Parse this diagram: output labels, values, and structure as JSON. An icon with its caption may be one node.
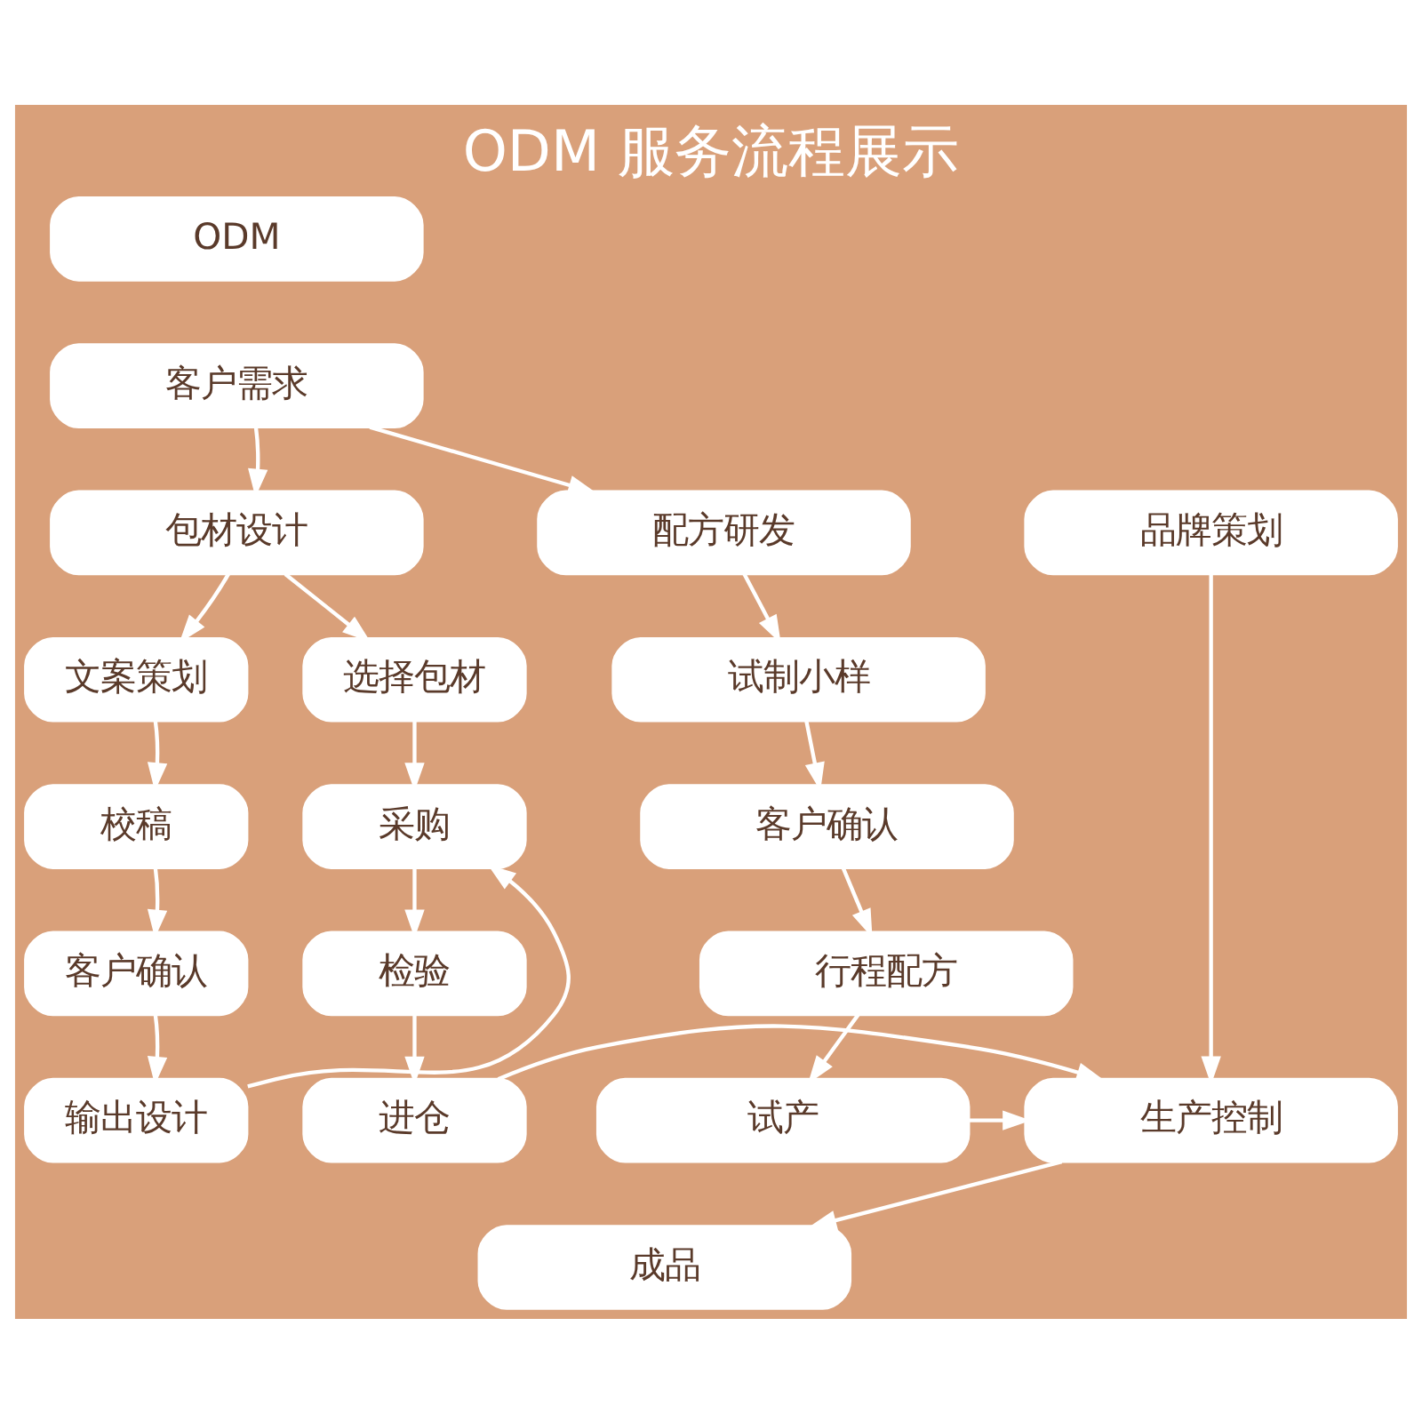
{
  "diagram": {
    "title": "ODM 服务流程展示",
    "nodes": [
      {
        "text": [
          "ODM"
        ]
      },
      {
        "text": [
          "客户需求"
        ]
      },
      {
        "text": [
          "包材设计"
        ]
      },
      {
        "text": [
          "品牌策划"
        ]
      },
      {
        "text": [
          "配方研发"
        ]
      },
      {
        "text": [
          "文案策划"
        ]
      },
      {
        "text": [
          "选择包材"
        ]
      },
      {
        "text": [
          "校稿"
        ]
      },
      {
        "text": [
          "采购"
        ]
      },
      {
        "text": [
          "客户确认"
        ]
      },
      {
        "text": [
          "检验"
        ]
      },
      {
        "text": [
          "输出设计"
        ]
      },
      {
        "text": [
          "进仓"
        ]
      },
      {
        "text": [
          "生产控制"
        ]
      },
      {
        "text": [
          "成品"
        ]
      },
      {
        "text": [
          "试制小样"
        ]
      },
      {
        "text": [
          "客户确认"
        ]
      },
      {
        "text": [
          "行程配方"
        ]
      },
      {
        "text": [
          "试产"
        ]
      }
    ],
    "edges": [
      {
        "from": 1,
        "to": 2,
        "arrow": "to"
      },
      {
        "from": 1,
        "to": 4,
        "arrow": "to"
      },
      {
        "from": 2,
        "to": 5,
        "arrow": "to"
      },
      {
        "from": 2,
        "to": 6,
        "arrow": "to"
      },
      {
        "from": 5,
        "to": 7,
        "arrow": "to"
      },
      {
        "from": 7,
        "to": 9,
        "arrow": "to"
      },
      {
        "from": 9,
        "to": 11,
        "arrow": "to"
      },
      {
        "from": 11,
        "to": 8,
        "arrow": "to"
      },
      {
        "from": 6,
        "to": 8,
        "arrow": "to"
      },
      {
        "from": 8,
        "to": 10,
        "arrow": "to"
      },
      {
        "from": 10,
        "to": 12,
        "arrow": "to"
      },
      {
        "from": 12,
        "to": 13,
        "arrow": "to"
      },
      {
        "from": 3,
        "to": 13,
        "arrow": "to"
      },
      {
        "from": 18,
        "to": 13,
        "arrow": "to"
      },
      {
        "from": 13,
        "to": 14,
        "arrow": "to"
      },
      {
        "from": 4,
        "to": 15,
        "arrow": "to"
      },
      {
        "from": 15,
        "to": 16,
        "arrow": "to"
      },
      {
        "from": 16,
        "to": 17,
        "arrow": "to"
      },
      {
        "from": 17,
        "to": 18,
        "arrow": "to"
      }
    ]
  }
}
